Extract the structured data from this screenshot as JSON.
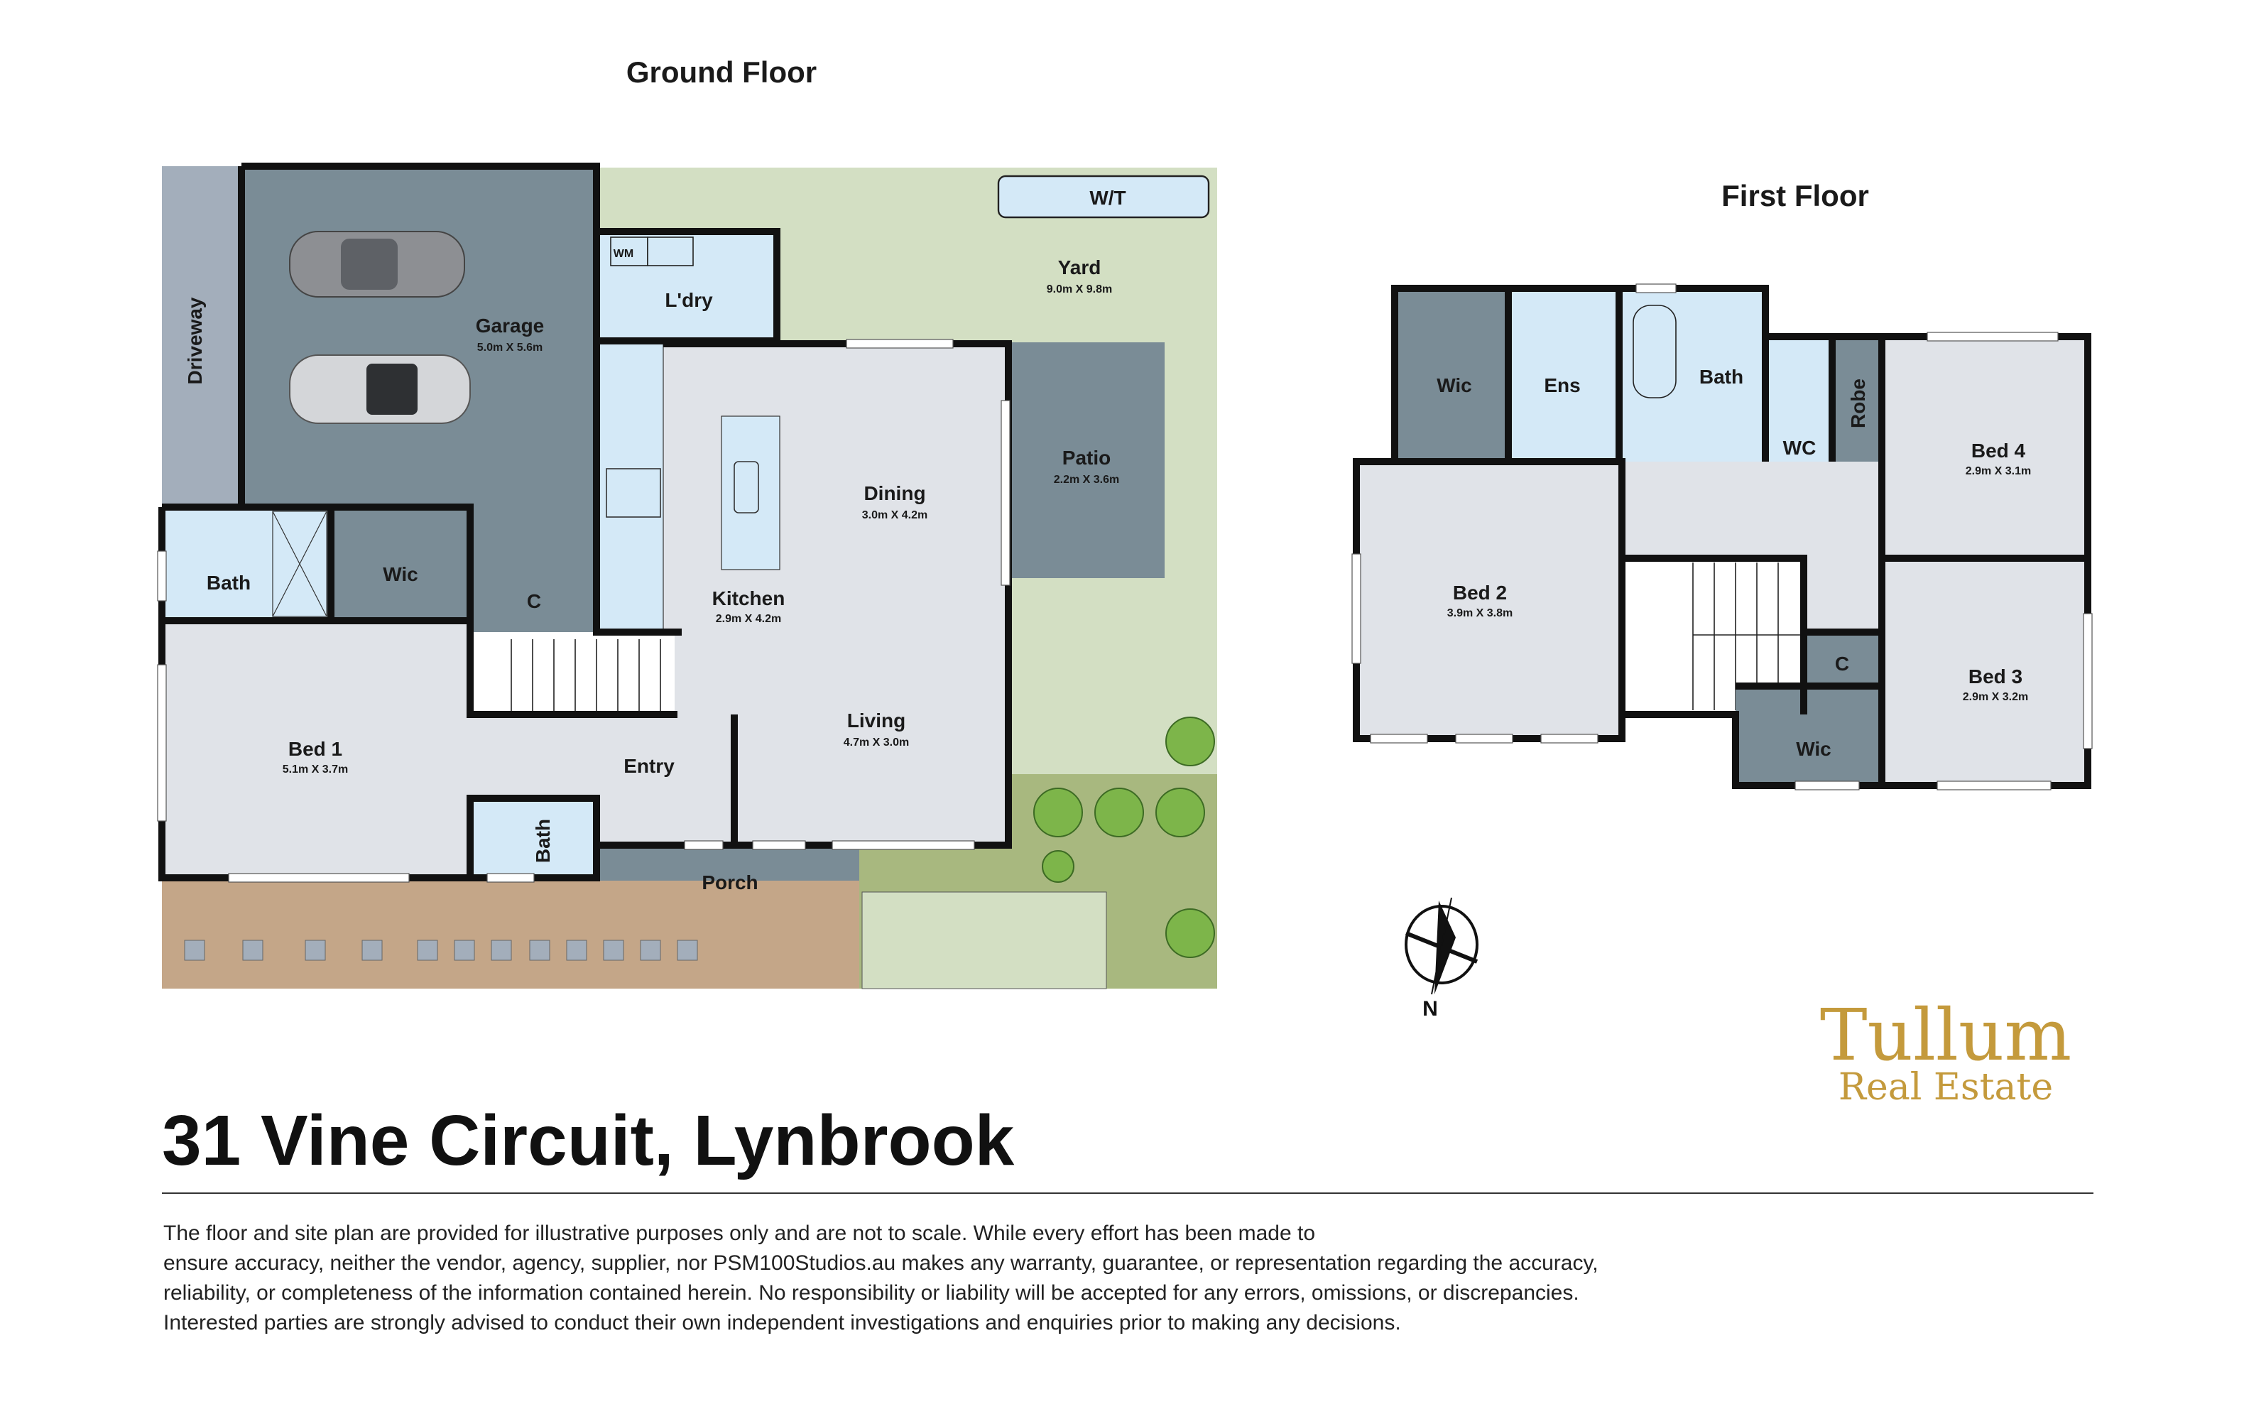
{
  "ground_floor": {
    "title": "Ground Floor",
    "rooms": {
      "driveway": {
        "name": "Driveway"
      },
      "garage": {
        "name": "Garage",
        "dims": "5.0m X 5.6m"
      },
      "laundry": {
        "name": "L'dry",
        "wm": "WM"
      },
      "yard": {
        "name": "Yard",
        "dims": "9.0m X 9.8m"
      },
      "wt": {
        "name": "W/T"
      },
      "patio": {
        "name": "Patio",
        "dims": "2.2m X 3.6m"
      },
      "dining": {
        "name": "Dining",
        "dims": "3.0m X 4.2m"
      },
      "kitchen": {
        "name": "Kitchen",
        "dims": "2.9m X 4.2m"
      },
      "living": {
        "name": "Living",
        "dims": "4.7m X 3.0m"
      },
      "bath": {
        "name": "Bath"
      },
      "wic": {
        "name": "Wic"
      },
      "cupboard": {
        "name": "C"
      },
      "bed1": {
        "name": "Bed 1",
        "dims": "5.1m X 3.7m"
      },
      "entry": {
        "name": "Entry"
      },
      "bath2": {
        "name": "Bath"
      },
      "porch": {
        "name": "Porch"
      }
    }
  },
  "first_floor": {
    "title": "First Floor",
    "rooms": {
      "wic": {
        "name": "Wic"
      },
      "ens": {
        "name": "Ens"
      },
      "bath": {
        "name": "Bath"
      },
      "wc": {
        "name": "WC"
      },
      "robe": {
        "name": "Robe"
      },
      "bed4": {
        "name": "Bed 4",
        "dims": "2.9m X 3.1m"
      },
      "bed2": {
        "name": "Bed 2",
        "dims": "3.9m X 3.8m"
      },
      "bed3": {
        "name": "Bed 3",
        "dims": "2.9m X 3.2m"
      },
      "cupboard": {
        "name": "C"
      },
      "wic2": {
        "name": "Wic"
      }
    }
  },
  "compass": {
    "label": "N"
  },
  "logo": {
    "line1": "Tullum",
    "line2": "Real Estate"
  },
  "address": "31 Vine Circuit, Lynbrook",
  "disclaimer": [
    "The floor and site plan are provided for illustrative purposes only and are not to scale. While every effort has been made to",
    "ensure accuracy, neither the vendor, agency, supplier, nor PSM100Studios.au makes any warranty, guarantee, or representation regarding the accuracy,",
    "reliability, or completeness of the information contained herein. No responsibility or liability will be accepted for any errors, omissions, or discrepancies.",
    "Interested parties are strongly advised to conduct their own independent investigations and enquiries prior to making any decisions."
  ],
  "colors": {
    "wet": "#d4e9f7",
    "room": "#e0e3e8",
    "dark": "#7a8c96",
    "yard": "#d3dfc3",
    "lawn": "#a8b87f",
    "front": "#c4a688",
    "brand": "#c49a3c"
  }
}
